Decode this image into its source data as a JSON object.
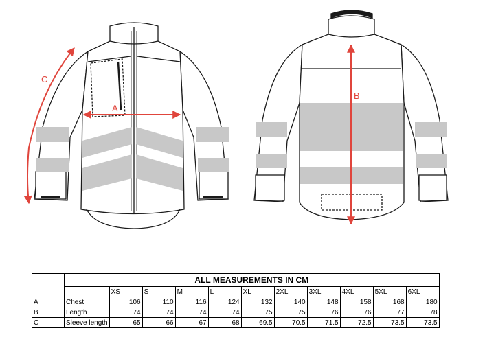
{
  "labels": {
    "a": "A",
    "b": "B",
    "c": "C"
  },
  "table": {
    "title": "ALL MEASUREMENTS IN CM",
    "sizes": [
      "XS",
      "S",
      "M",
      "L",
      "XL",
      "2XL",
      "3XL",
      "4XL",
      "5XL",
      "6XL"
    ],
    "rows": [
      {
        "code": "A",
        "name": "Chest",
        "values": [
          "106",
          "110",
          "116",
          "124",
          "132",
          "140",
          "148",
          "158",
          "168",
          "180"
        ]
      },
      {
        "code": "B",
        "name": "Length",
        "values": [
          "74",
          "74",
          "74",
          "74",
          "75",
          "75",
          "76",
          "76",
          "77",
          "78"
        ]
      },
      {
        "code": "C",
        "name": "Sleeve length",
        "values": [
          "65",
          "66",
          "67",
          "68",
          "69.5",
          "70.5",
          "71.5",
          "72.5",
          "73.5",
          "73.5"
        ]
      }
    ]
  },
  "colors": {
    "measure": "#e0453c",
    "reflective": "#c8c8c8",
    "outline": "#1a1a1a"
  }
}
